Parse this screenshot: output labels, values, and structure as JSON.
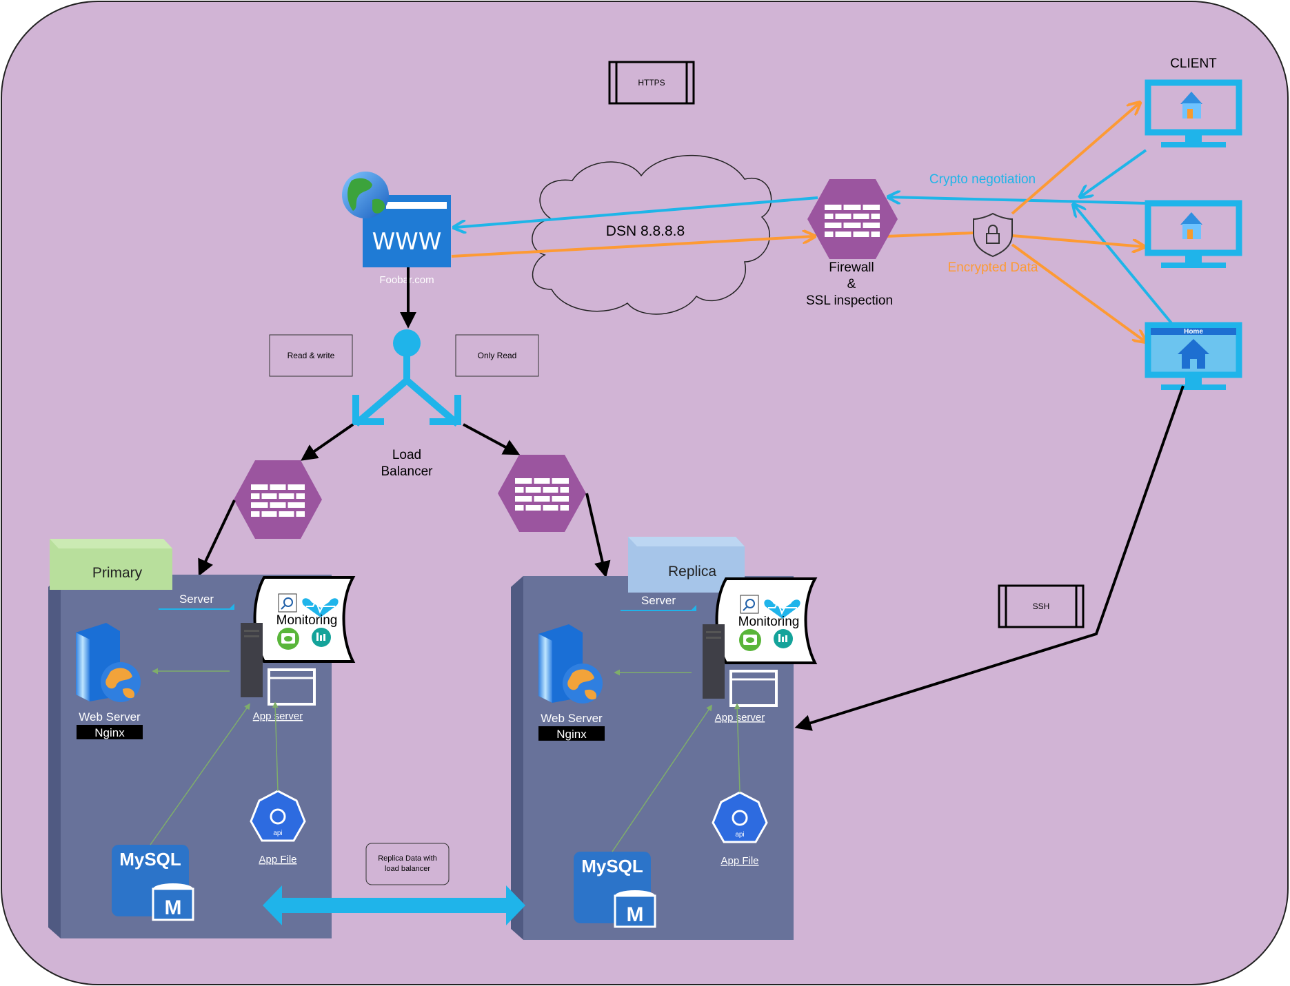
{
  "boxes": {
    "https": "HTTPS",
    "ssh": "SSH",
    "read_write": "Read & write",
    "only_read": "Only Read",
    "replica_data_line1": "Replica Data with",
    "replica_data_line2": "load balancer"
  },
  "client": {
    "title": "CLIENT",
    "home_tab": "Home"
  },
  "web": {
    "www": "WWW",
    "domain": "Foobar.com"
  },
  "cloud": {
    "dns": "DSN 8.8.8.8"
  },
  "firewall_main": {
    "line1": "Firewall",
    "line2": "&",
    "line3": "SSL inspection"
  },
  "links": {
    "crypto": "Crypto negotiation",
    "encrypted": "Encrypted Data"
  },
  "load_balancer": {
    "line1": "Load",
    "line2": "Balancer"
  },
  "primary": {
    "label": "Primary",
    "server": "Server",
    "monitoring": "Monitoring",
    "web_server": "Web Server",
    "nginx": "Nginx",
    "app_server": "App server",
    "app_file": "App File",
    "mysql": "MySQL",
    "mysql_m": "M",
    "api": "api"
  },
  "replica": {
    "label": "Replica",
    "server": "Server",
    "monitoring": "Monitoring",
    "web_server": "Web Server",
    "nginx": "Nginx",
    "app_server": "App server",
    "app_file": "App File",
    "mysql": "MySQL",
    "mysql_m": "M",
    "api": "api"
  },
  "colors": {
    "background": "#d1b4d5",
    "server_body": "#68729a",
    "hexagon": "#9b559f",
    "blue_link": "#1eb5e8",
    "orange_link": "#fd9a34",
    "primary_tab": "#b8df9c",
    "replica_tab": "#a6c5e9",
    "monitor": "#1fb4ea"
  }
}
